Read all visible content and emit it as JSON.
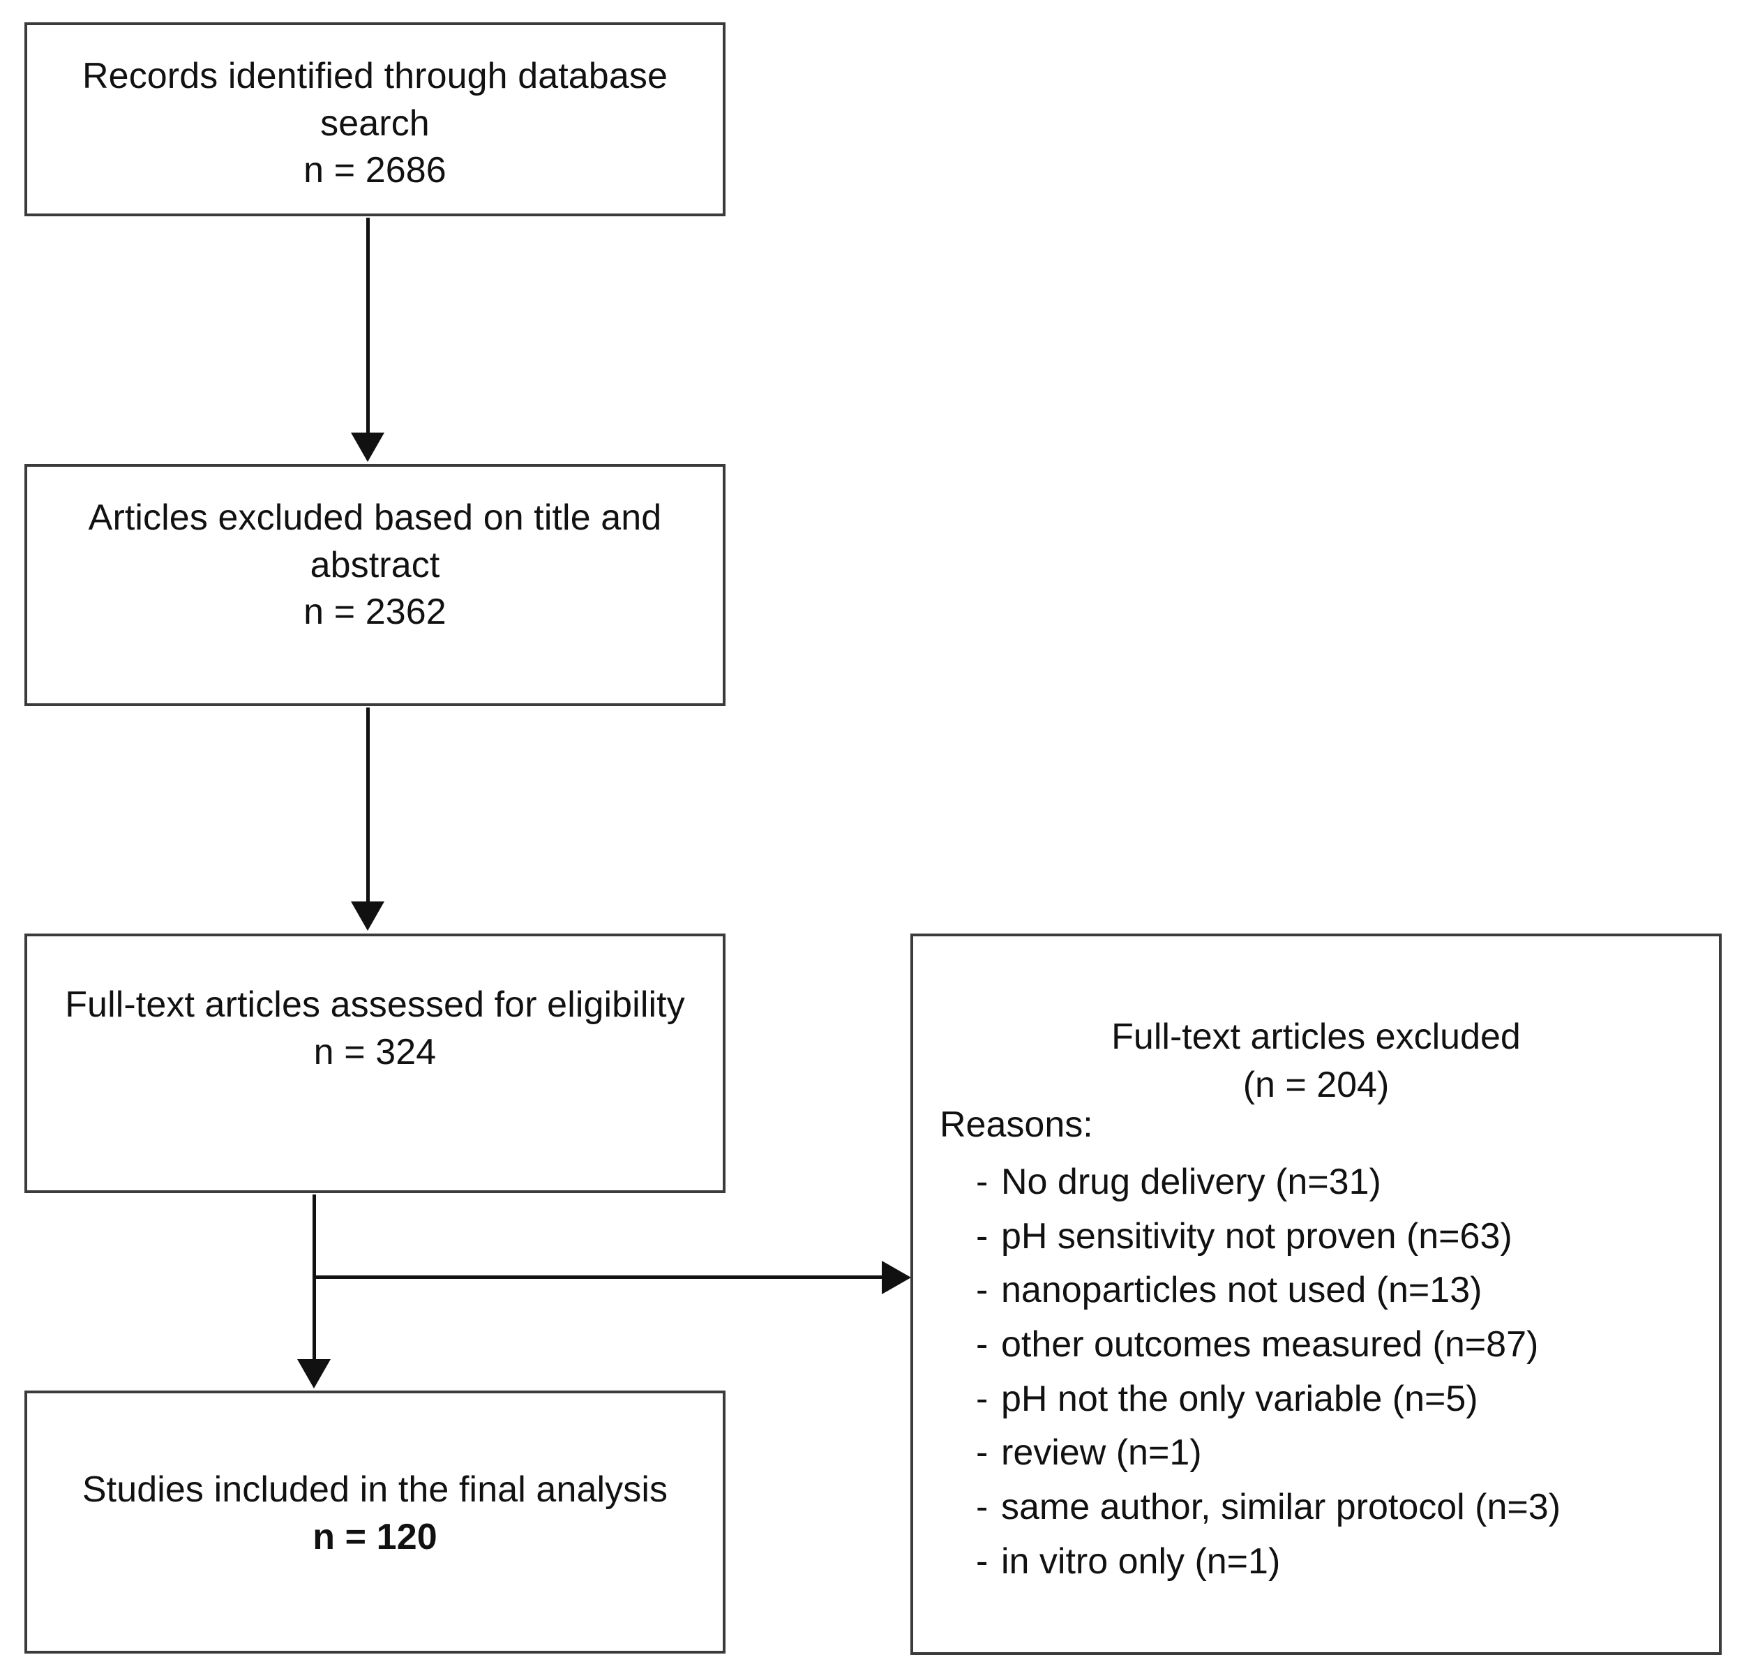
{
  "diagram": {
    "type": "prisma-flow-diagram",
    "boxes": {
      "records_identified": {
        "line1": "Records identified through database",
        "line2": "search",
        "count_label": "n = 2686",
        "n": 2686
      },
      "articles_excluded": {
        "line1": "Articles excluded based on title and",
        "line2": "abstract",
        "count_label": "n = 2362",
        "n": 2362
      },
      "fulltext_assessed": {
        "line1": "Full-text articles assessed for eligibility",
        "count_label": "n = 324",
        "n": 324
      },
      "studies_included": {
        "line1": "Studies included in the final analysis",
        "count_label": "n = 120",
        "n": 120
      },
      "fulltext_excluded": {
        "heading_line1": "Full-text articles excluded",
        "heading_line2": "(n = 204)",
        "n": 204,
        "reasons_label": "Reasons:",
        "bullet_glyph": "-",
        "reasons": [
          {
            "text": "No drug delivery (n=31)",
            "n": 31
          },
          {
            "text": "pH sensitivity not proven (n=63)",
            "n": 63
          },
          {
            "text": "nanoparticles not used (n=13)",
            "n": 13
          },
          {
            "text": "other outcomes measured (n=87)",
            "n": 87
          },
          {
            "text": "pH not the only variable (n=5)",
            "n": 5
          },
          {
            "text": "review (n=1)",
            "n": 1
          },
          {
            "text": "same author, similar protocol (n=3)",
            "n": 3
          },
          {
            "text": "in vitro only (n=1)",
            "n": 1
          }
        ]
      }
    },
    "colors": {
      "box_border": "#3b3b3b",
      "connector": "#111111",
      "text": "#111111",
      "background": "#ffffff"
    }
  }
}
